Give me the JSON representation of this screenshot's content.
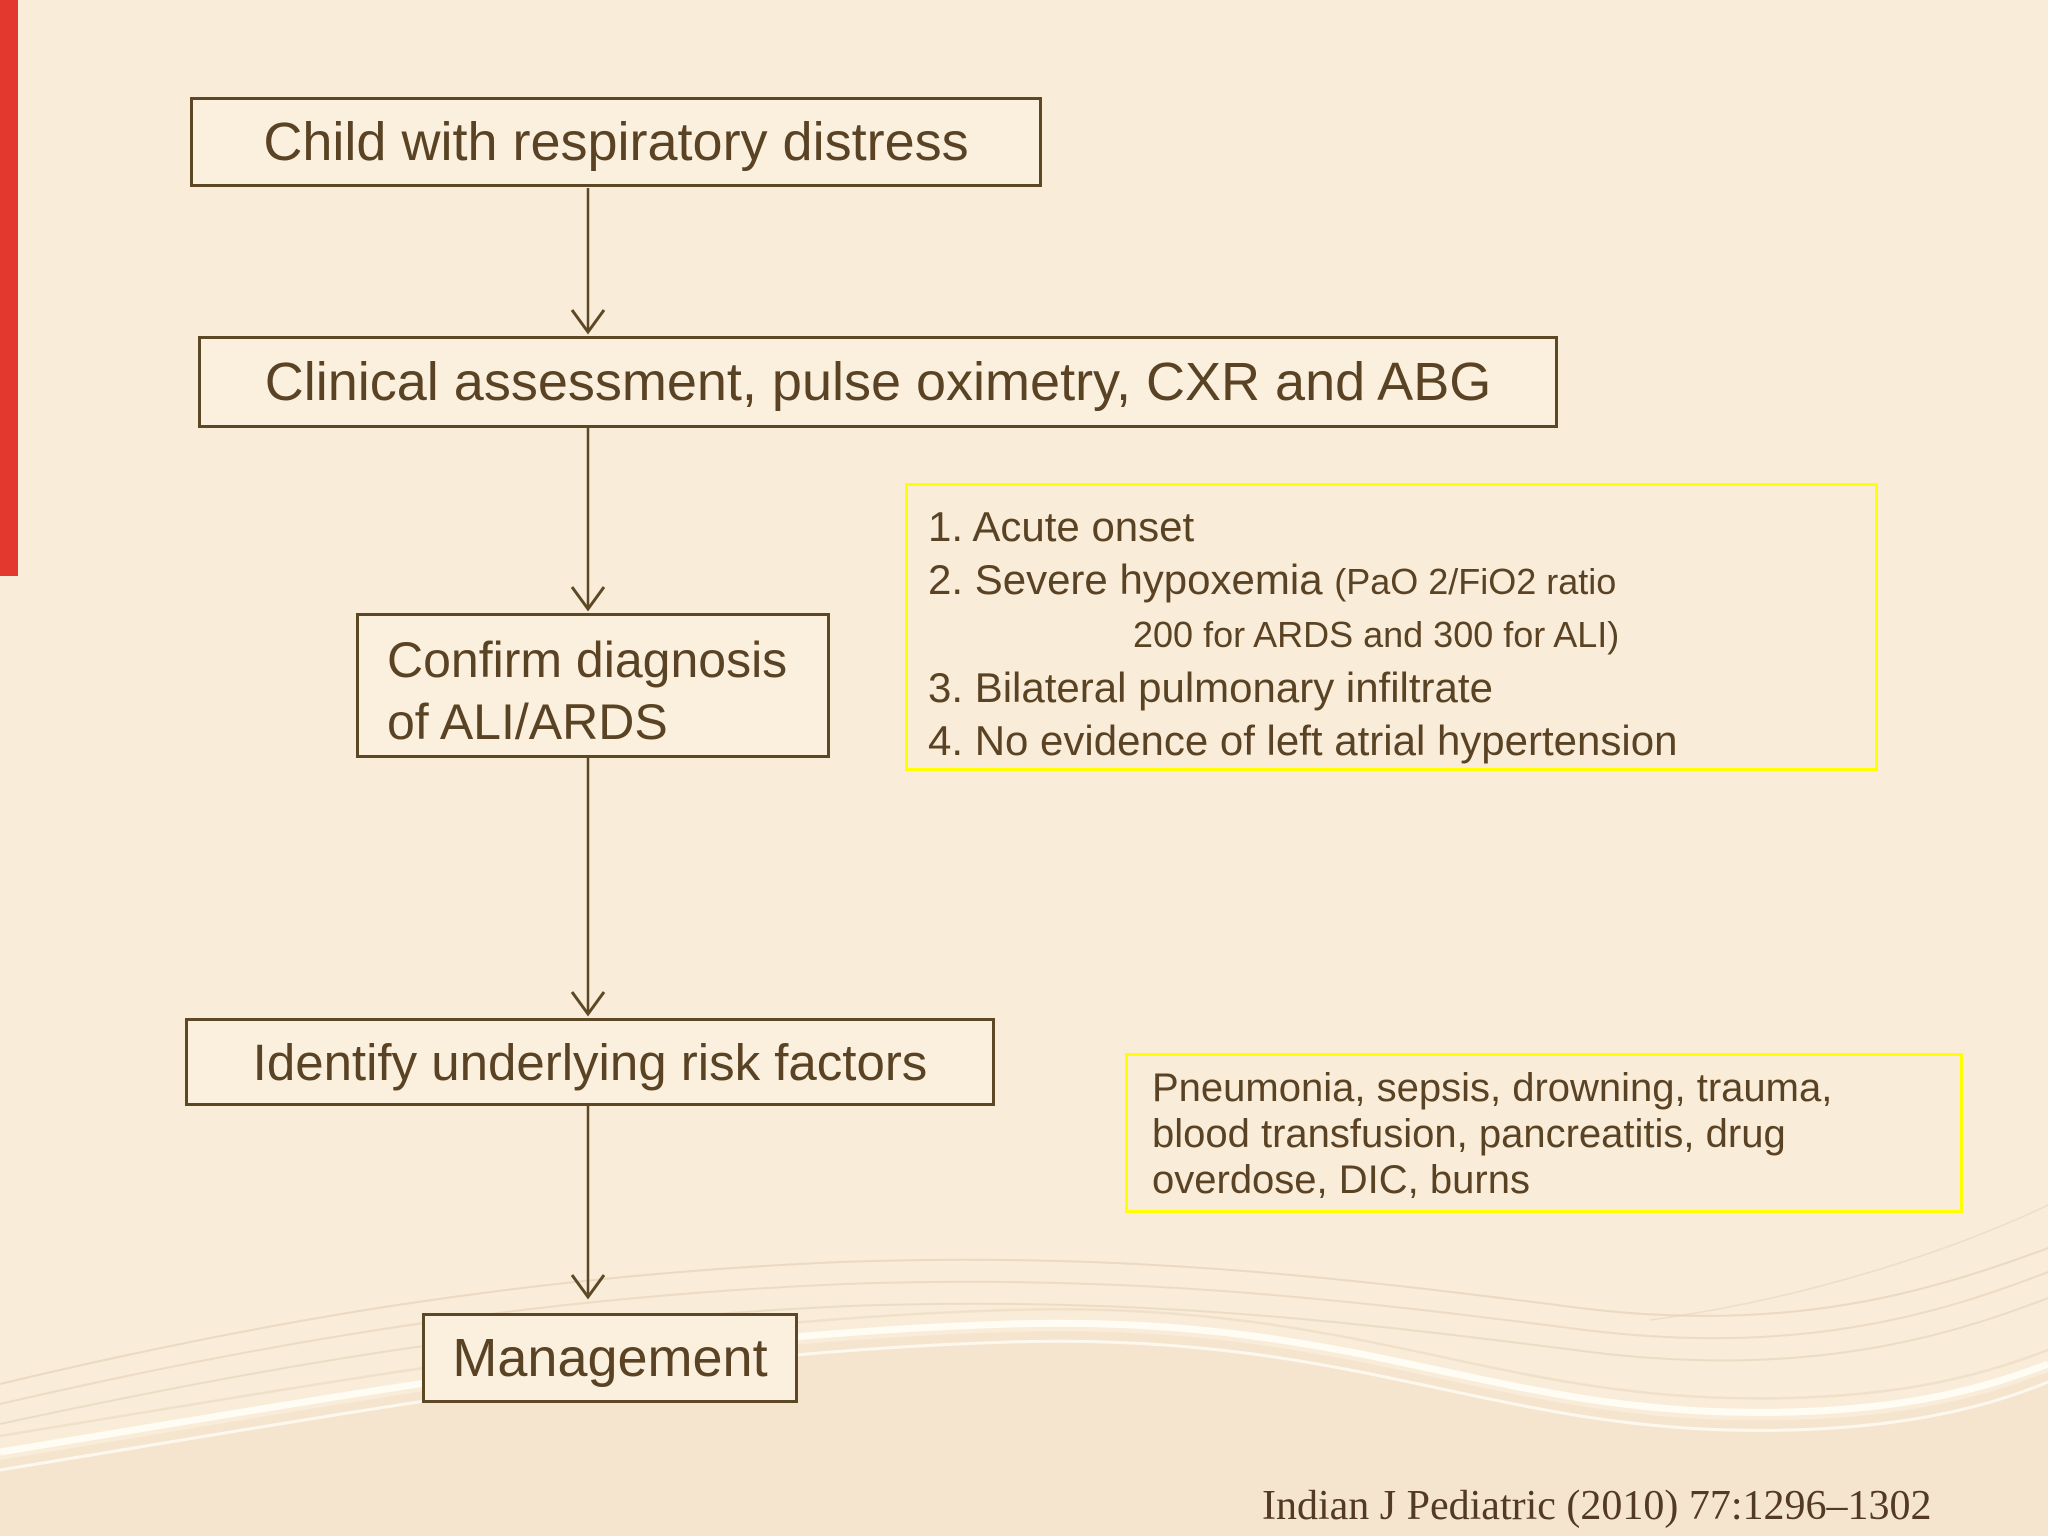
{
  "slide": {
    "background_color": "#f9ecd8",
    "accent_bar_color": "#e2382d",
    "node_border_color": "#5d4826",
    "node_text_color": "#5a4324",
    "highlight_border_color": "#ffff00"
  },
  "flowchart": {
    "nodes": {
      "child": {
        "label": "Child with respiratory distress"
      },
      "clinical": {
        "label": "Clinical assessment, pulse oximetry, CXR and ABG"
      },
      "confirm": {
        "line1": "Confirm diagnosis",
        "line2": "of ALI/ARDS"
      },
      "identify": {
        "label": "Identify underlying risk factors"
      },
      "management": {
        "label": "Management"
      }
    }
  },
  "criteria_box": {
    "line1": "1. Acute onset",
    "line2_main": "2. Severe hypoxemia ",
    "line2_paren": "(PaO 2/FiO2 ratio",
    "line3": "200 for ARDS and 300 for ALI)",
    "line4": "3. Bilateral pulmonary infiltrate",
    "line5": "4. No evidence of left atrial hypertension"
  },
  "risk_box": {
    "line1": "Pneumonia, sepsis, drowning, trauma,",
    "line2": "blood transfusion, pancreatitis, drug",
    "line3": "overdose, DIC, burns"
  },
  "citation": "Indian J Pediatric (2010) 77:1296–1302"
}
